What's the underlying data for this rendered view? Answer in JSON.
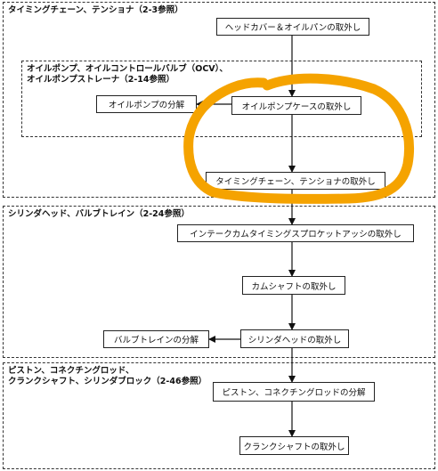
{
  "sections": {
    "timing": {
      "title": "タイミングチェーン、テンショナ（2-3参照）"
    },
    "oil": {
      "title": "オイルポンプ、オイルコントロールバルブ（OCV）、\nオイルポンプストレーナ（2-14参照）"
    },
    "cylinder_head": {
      "title": "シリンダヘッド、バルブトレイン（2-24参照）"
    },
    "piston": {
      "title": "ピストン、コネクチングロッド、\nクランクシャフト、シリンダブロック（2-46参照）"
    }
  },
  "steps": {
    "head_cover_oil_pan": "ヘッドカバー＆オイルパンの取外し",
    "oil_pump_case": "オイルポンプケースの取外し",
    "oil_pump_disassembly": "オイルポンプの分解",
    "timing_chain_tensioner": "タイミングチェーン、テンショナの取外し",
    "intake_cam_sprocket": "インテークカムタイミングスプロケットアッシの取外し",
    "camshaft": "カムシャフトの取外し",
    "cylinder_head": "シリンダヘッドの取外し",
    "valve_train_disassembly": "バルブトレインの分解",
    "piston_conrod_disassembly": "ピストン、コネクチングロッドの分解",
    "crankshaft": "クランクシャフトの取外し"
  },
  "annotation": {
    "color": "#F5A300"
  }
}
